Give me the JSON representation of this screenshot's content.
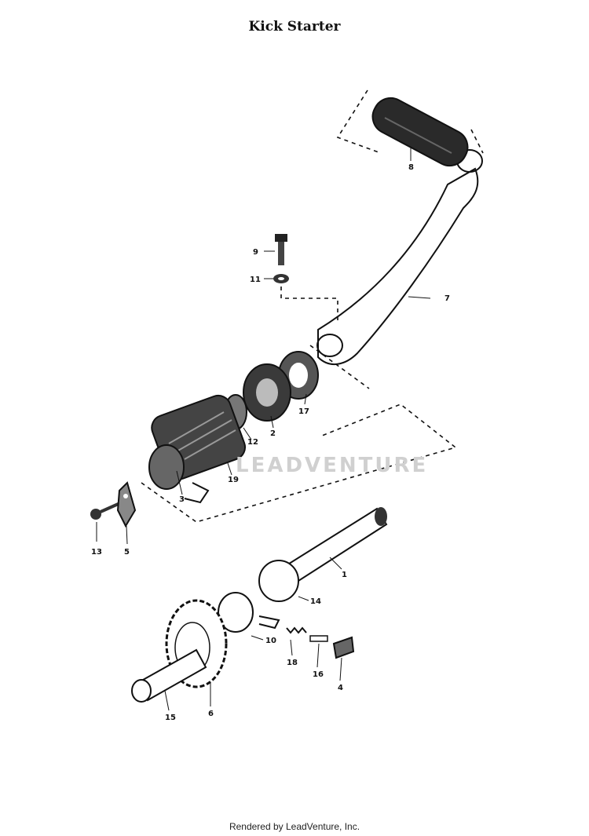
{
  "title": "Kick Starter",
  "watermark": "LEADVENTURE",
  "footer": "Rendered by LeadVenture, Inc.",
  "callouts": [
    {
      "id": "8",
      "label": "8"
    },
    {
      "id": "9",
      "label": "9"
    },
    {
      "id": "11",
      "label": "11"
    },
    {
      "id": "7",
      "label": "7"
    },
    {
      "id": "17",
      "label": "17"
    },
    {
      "id": "2",
      "label": "2"
    },
    {
      "id": "12",
      "label": "12"
    },
    {
      "id": "19",
      "label": "19"
    },
    {
      "id": "3",
      "label": "3"
    },
    {
      "id": "13",
      "label": "13"
    },
    {
      "id": "5",
      "label": "5"
    },
    {
      "id": "1",
      "label": "1"
    },
    {
      "id": "14",
      "label": "14"
    },
    {
      "id": "10",
      "label": "10"
    },
    {
      "id": "18",
      "label": "18"
    },
    {
      "id": "16",
      "label": "16"
    },
    {
      "id": "4",
      "label": "4"
    },
    {
      "id": "15",
      "label": "15"
    },
    {
      "id": "6",
      "label": "6"
    }
  ]
}
